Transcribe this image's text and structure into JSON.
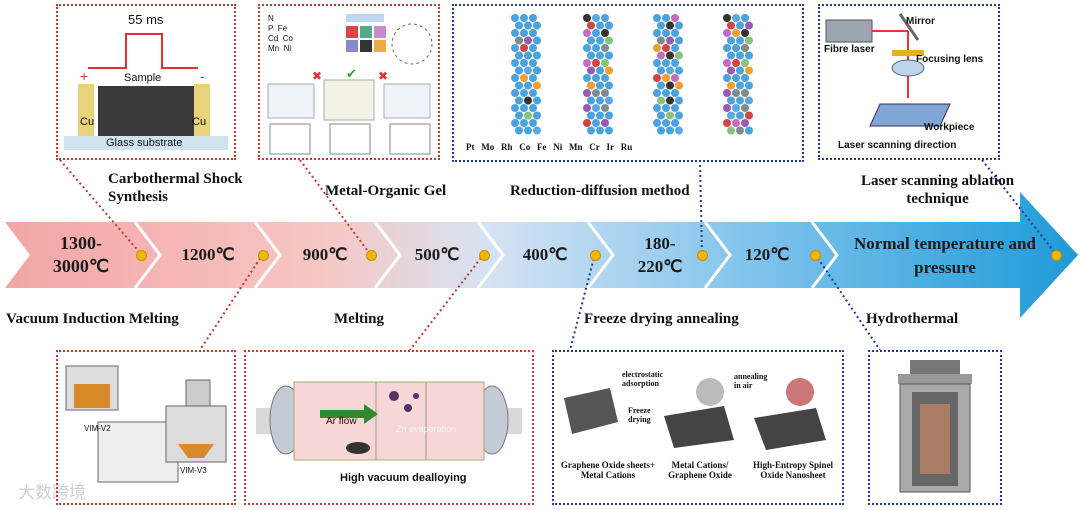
{
  "colors": {
    "red_border": "#c0392b",
    "blue_border": "#1f3a93",
    "dot": "#f2b705"
  },
  "arrow_steps": [
    {
      "label": "1300-3000℃"
    },
    {
      "label": "1200℃"
    },
    {
      "label": "900℃"
    },
    {
      "label": "500℃"
    },
    {
      "label": "400℃"
    },
    {
      "label": "180-220℃"
    },
    {
      "label": "120℃"
    },
    {
      "label": "Normal temperature and pressure"
    }
  ],
  "methods_top": {
    "carbothermal": "Carbothermal Shock Synthesis",
    "mog": "Metal-Organic Gel",
    "reduction": "Reduction-diffusion method",
    "laser": "Laser scanning ablation technique"
  },
  "methods_bottom": {
    "vim": "Vacuum Induction Melting",
    "melting": "Melting",
    "freeze": "Freeze drying annealing",
    "hydrothermal": "Hydrothermal"
  },
  "panel_cts": {
    "pulse": "55 ms",
    "sample": "Sample",
    "cu_left": "Cu",
    "cu_right": "Cu",
    "substrate": "Glass substrate"
  },
  "panel_mog": {
    "elements": [
      "N",
      "P",
      "Fe",
      "Cd",
      "Co",
      "Mn",
      "Ni"
    ]
  },
  "panel_rd": {
    "legend": [
      "Pt",
      "Mo",
      "Rh",
      "Co",
      "Fe",
      "Ni",
      "Mn",
      "Cr",
      "Ir",
      "Ru"
    ]
  },
  "panel_laser": {
    "mirror": "Mirror",
    "fibre": "Fibre laser",
    "lens": "Focusing lens",
    "workpiece": "Workpiece",
    "direction": "Laser scanning direction"
  },
  "panel_vim": {
    "v2": "VIM-V2",
    "v3": "VIM-V3"
  },
  "panel_melt": {
    "ar": "Ar flow",
    "zn": "Zn evaporation",
    "caption": "High vacuum dealloying"
  },
  "panel_freeze": {
    "electro": "electrostatic adsorption",
    "freeze": "Freeze drying",
    "anneal": "annealing in air",
    "go": "Graphene Oxide sheets+ Metal Cations",
    "mc": "Metal Cations/ Graphene Oxide",
    "spinel": "High-Entropy Spinel Oxide Nanosheet"
  },
  "watermark": "大数跨境"
}
